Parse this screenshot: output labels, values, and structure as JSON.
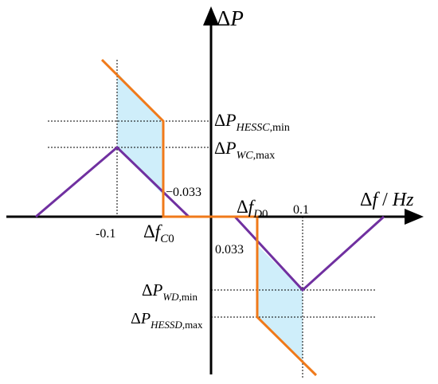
{
  "axes": {
    "y_label_delta": "Δ",
    "y_label_var": "P",
    "x_label_delta": "Δ",
    "x_label_var": "f",
    "x_label_slash": " / ",
    "x_label_unit": "Hz"
  },
  "ticks": {
    "neg_0_1": "-0.1",
    "pos_0_1": "0.1",
    "neg_0_033": "−0.033",
    "pos_0_033": "0.033"
  },
  "labels": {
    "hessc_min": {
      "delta": "Δ",
      "var": "P",
      "sub": "HESSC",
      "sub2": ",min"
    },
    "wc_max": {
      "delta": "Δ",
      "var": "P",
      "sub": "WC",
      "sub2": ",max"
    },
    "fc0": {
      "delta": "Δ",
      "var": "f",
      "sub": "C",
      "sub2": "0"
    },
    "fd0": {
      "delta": "Δ",
      "var": "f",
      "sub": "D",
      "sub2": "0"
    },
    "wd_min": {
      "delta": "Δ",
      "var": "P",
      "sub": "WD",
      "sub2": ",min"
    },
    "hessd_max": {
      "delta": "Δ",
      "var": "P",
      "sub": "HESSD",
      "sub2": ",max"
    }
  },
  "colors": {
    "axis": "#000000",
    "wind_curve": "#7030a0",
    "hess_curve": "#f07a1a",
    "shaded_region": "#cfeefa",
    "guide_line": "#000000"
  }
}
